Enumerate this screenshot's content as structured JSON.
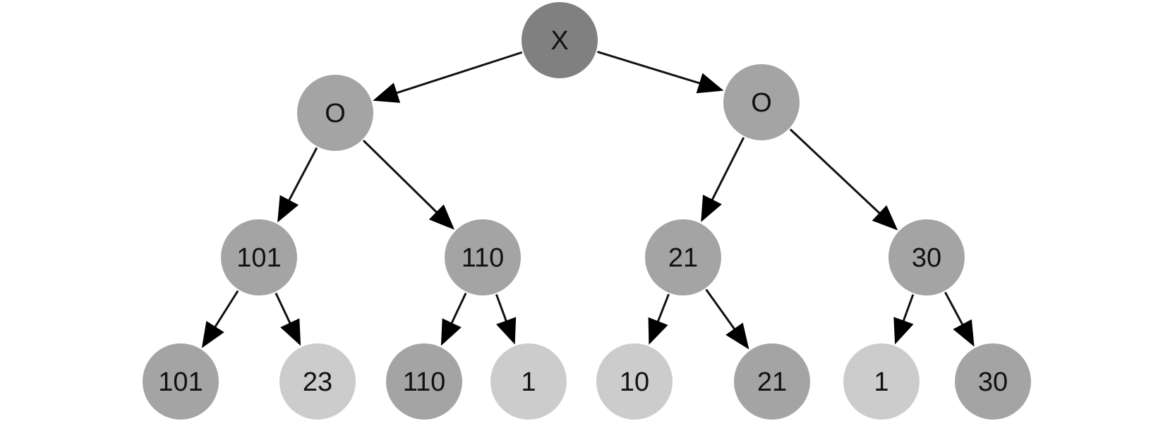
{
  "diagram": {
    "type": "tree",
    "nodes": [
      {
        "id": "root",
        "label": "X",
        "fill": "#808080"
      },
      {
        "id": "l1-left",
        "label": "O",
        "fill": "#a4a4a4"
      },
      {
        "id": "l1-right",
        "label": "O",
        "fill": "#a4a4a4"
      },
      {
        "id": "l2-a",
        "label": "101",
        "fill": "#a4a4a4"
      },
      {
        "id": "l2-b",
        "label": "110",
        "fill": "#a4a4a4"
      },
      {
        "id": "l2-c",
        "label": "21",
        "fill": "#a4a4a4"
      },
      {
        "id": "l2-d",
        "label": "30",
        "fill": "#a4a4a4"
      },
      {
        "id": "leaf-1",
        "label": "101",
        "fill": "#a4a4a4"
      },
      {
        "id": "leaf-2",
        "label": "23",
        "fill": "#cccccc"
      },
      {
        "id": "leaf-3",
        "label": "110",
        "fill": "#a4a4a4"
      },
      {
        "id": "leaf-4",
        "label": "1",
        "fill": "#cccccc"
      },
      {
        "id": "leaf-5",
        "label": "10",
        "fill": "#cccccc"
      },
      {
        "id": "leaf-6",
        "label": "21",
        "fill": "#a4a4a4"
      },
      {
        "id": "leaf-7",
        "label": "1",
        "fill": "#cccccc"
      },
      {
        "id": "leaf-8",
        "label": "30",
        "fill": "#a4a4a4"
      }
    ],
    "edges": [
      {
        "from": "root",
        "to": "l1-left"
      },
      {
        "from": "root",
        "to": "l1-right"
      },
      {
        "from": "l1-left",
        "to": "l2-a"
      },
      {
        "from": "l1-left",
        "to": "l2-b"
      },
      {
        "from": "l1-right",
        "to": "l2-c"
      },
      {
        "from": "l1-right",
        "to": "l2-d"
      },
      {
        "from": "l2-a",
        "to": "leaf-1"
      },
      {
        "from": "l2-a",
        "to": "leaf-2"
      },
      {
        "from": "l2-b",
        "to": "leaf-3"
      },
      {
        "from": "l2-b",
        "to": "leaf-4"
      },
      {
        "from": "l2-c",
        "to": "leaf-5"
      },
      {
        "from": "l2-c",
        "to": "leaf-6"
      },
      {
        "from": "l2-d",
        "to": "leaf-7"
      },
      {
        "from": "l2-d",
        "to": "leaf-8"
      }
    ]
  }
}
